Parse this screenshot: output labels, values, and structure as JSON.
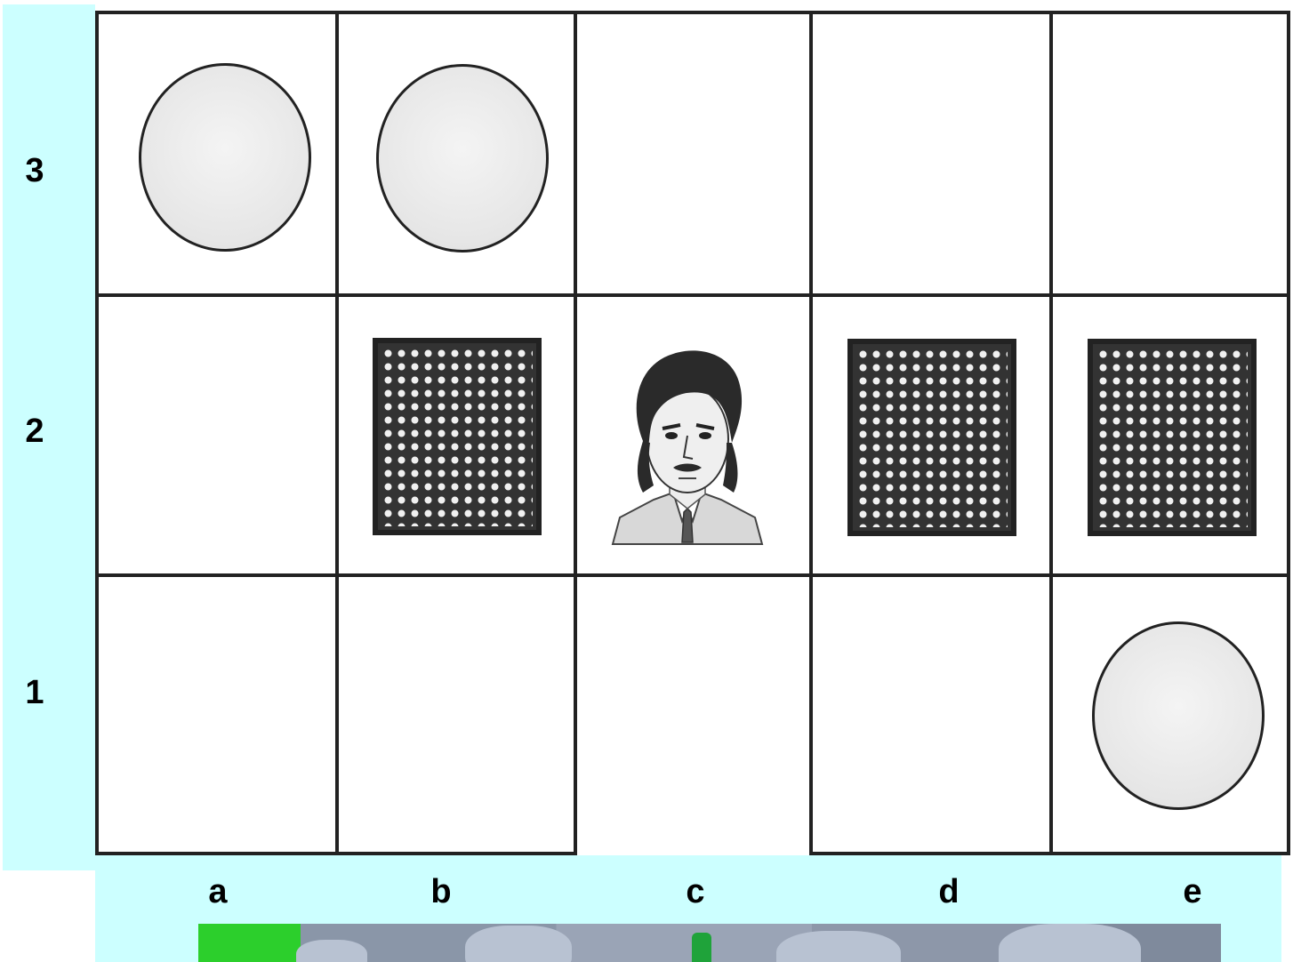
{
  "board": {
    "columns": [
      "a",
      "b",
      "c",
      "d",
      "e"
    ],
    "rows": [
      "3",
      "2",
      "1"
    ],
    "pieces": [
      {
        "square": "a3",
        "kind": "circle-icon"
      },
      {
        "square": "b3",
        "kind": "circle-icon"
      },
      {
        "square": "b2",
        "kind": "checkered-block-icon"
      },
      {
        "square": "c2",
        "kind": "man-portrait-icon"
      },
      {
        "square": "d2",
        "kind": "checkered-block-icon"
      },
      {
        "square": "e2",
        "kind": "checkered-block-icon"
      },
      {
        "square": "e1",
        "kind": "circle-icon"
      }
    ]
  },
  "colors": {
    "label_background": "#ccffff",
    "grid_line": "#222222",
    "circle_fill": "#e6e6e6"
  }
}
